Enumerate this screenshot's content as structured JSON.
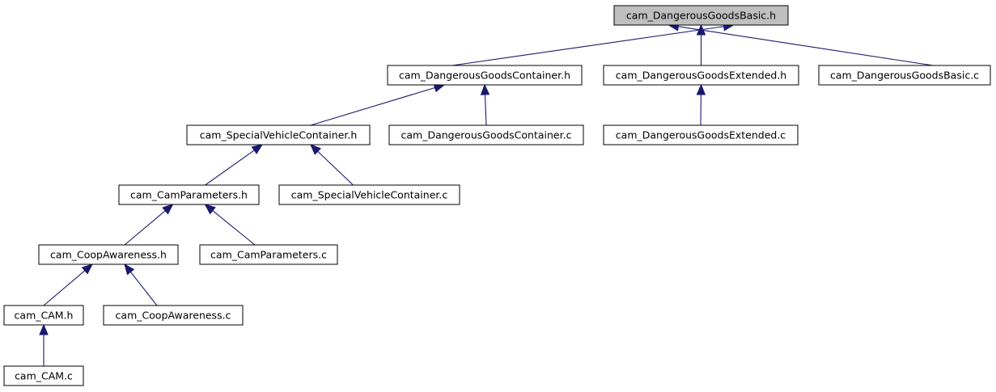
{
  "colors": {
    "node_fill": "#ffffff",
    "root_fill": "#bfbfbf",
    "node_border": "#000000",
    "edge": "#191970"
  },
  "nodes": [
    {
      "id": "n0",
      "label": "cam_DangerousGoodsBasic.h",
      "highlighted": true
    },
    {
      "id": "n1",
      "label": "cam_DangerousGoodsContainer.h"
    },
    {
      "id": "n2",
      "label": "cam_DangerousGoodsExtended.h"
    },
    {
      "id": "n3",
      "label": "cam_DangerousGoodsBasic.c"
    },
    {
      "id": "n4",
      "label": "cam_SpecialVehicleContainer.h"
    },
    {
      "id": "n5",
      "label": "cam_DangerousGoodsContainer.c"
    },
    {
      "id": "n6",
      "label": "cam_DangerousGoodsExtended.c"
    },
    {
      "id": "n7",
      "label": "cam_CamParameters.h"
    },
    {
      "id": "n8",
      "label": "cam_SpecialVehicleContainer.c"
    },
    {
      "id": "n9",
      "label": "cam_CoopAwareness.h"
    },
    {
      "id": "n10",
      "label": "cam_CamParameters.c"
    },
    {
      "id": "n11",
      "label": "cam_CAM.h"
    },
    {
      "id": "n12",
      "label": "cam_CoopAwareness.c"
    },
    {
      "id": "n13",
      "label": "cam_CAM.c"
    }
  ],
  "edges": [
    {
      "from": "n1",
      "to": "n0"
    },
    {
      "from": "n2",
      "to": "n0"
    },
    {
      "from": "n3",
      "to": "n0"
    },
    {
      "from": "n4",
      "to": "n1"
    },
    {
      "from": "n5",
      "to": "n1"
    },
    {
      "from": "n6",
      "to": "n2"
    },
    {
      "from": "n7",
      "to": "n4"
    },
    {
      "from": "n8",
      "to": "n4"
    },
    {
      "from": "n9",
      "to": "n7"
    },
    {
      "from": "n10",
      "to": "n7"
    },
    {
      "from": "n11",
      "to": "n9"
    },
    {
      "from": "n12",
      "to": "n9"
    },
    {
      "from": "n13",
      "to": "n11"
    }
  ]
}
